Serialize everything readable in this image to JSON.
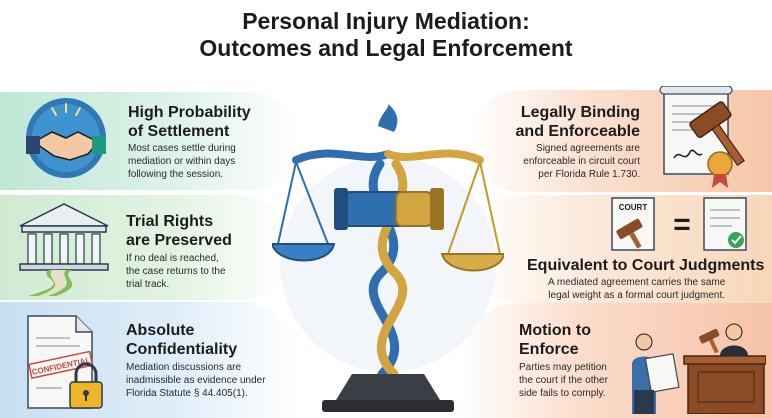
{
  "title": {
    "line1": "Personal Injury Mediation:",
    "line2": "Outcomes and Legal Enforcement"
  },
  "left": [
    {
      "heading1": "High Probability",
      "heading2": "of Settlement",
      "body": [
        "Most cases settle during",
        "mediation or within days",
        "following the session."
      ]
    },
    {
      "heading1": "Trial Rights",
      "heading2": "are Preserved",
      "body": [
        "If no deal is reached,",
        "the case returns to the",
        "trial track."
      ]
    },
    {
      "heading1": "Absolute",
      "heading2": "Confidentiality",
      "body": [
        "Mediation discussions are",
        "inadmissible as evidence under",
        "Florida Statute § 44.405(1)."
      ]
    }
  ],
  "right": [
    {
      "heading1": "Legally Binding",
      "heading2": "and Enforceable",
      "body": [
        "Signed agreements are",
        "enforceable in circuit court",
        "per Florida Rule 1.730."
      ]
    },
    {
      "heading1": "Equivalent to Court Judgments",
      "body": [
        "A mediated agreement carries the same",
        "legal weight as a formal court judgment."
      ]
    },
    {
      "heading1": "Motion to",
      "heading2": "Enforce",
      "body": [
        "Parties may petition",
        "the court if the other",
        "side fails to comply."
      ]
    }
  ],
  "labels": {
    "confidential_stamp": "CONFIDENTIAL",
    "court_doc": "COURT",
    "equals": "="
  },
  "icons": [
    "handshake-icon",
    "courthouse-icon",
    "confidential-lock-icon",
    "scales-of-justice-icon",
    "signed-document-gavel-icon",
    "court-equals-icon",
    "courtroom-icon"
  ]
}
